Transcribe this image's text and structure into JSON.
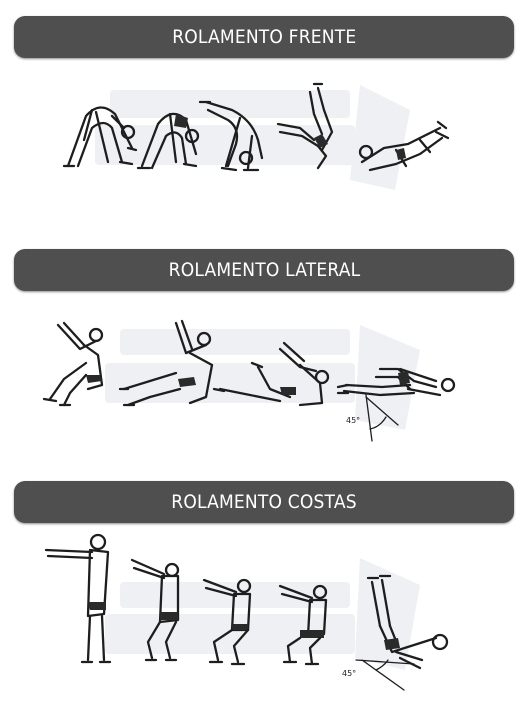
{
  "sections": [
    {
      "title": "ROLAMENTO FRENTE"
    },
    {
      "title": "ROLAMENTO LATERAL"
    },
    {
      "title": "ROLAMENTO COSTAS",
      "angle_label": "45°"
    }
  ],
  "section2_angle_label": "45°",
  "colors": {
    "bar": "#4f4f4f",
    "bar_text": "#ffffff",
    "ink": "#1e1e1e"
  }
}
